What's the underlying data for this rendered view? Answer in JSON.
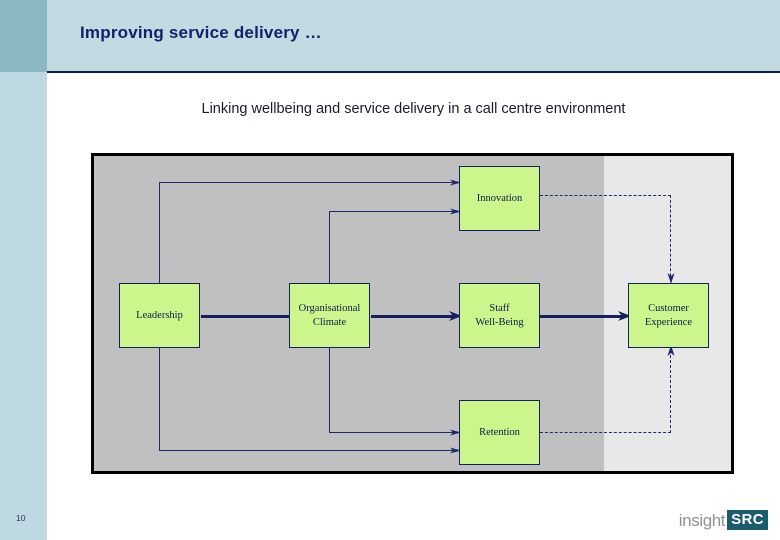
{
  "slide": {
    "title": "Improving service delivery …",
    "subtitle": "Linking wellbeing and service delivery in a call centre environment",
    "number": "10"
  },
  "branding": {
    "logo_word": "insight",
    "logo_mark": "SRC"
  },
  "colors": {
    "header_band": "#c4dae2",
    "sidebar_dark": "#8cb8c4",
    "sidebar_light": "#bfd9e2",
    "title_text": "#16216b",
    "rule": "#0d1a4a",
    "node_fill": "#ccf58c",
    "node_border": "#14215c",
    "connector": "#1c2a6e",
    "band_internal": "#c0c0c0",
    "band_external": "#e8e8e8",
    "logo_mark_bg": "#1c5a6e"
  },
  "diagram": {
    "nodes": {
      "leadership": {
        "line1": "Leadership"
      },
      "organisational_climate": {
        "line1": "Organisational",
        "line2": "Climate"
      },
      "innovation": {
        "line1": "Innovation"
      },
      "staff_wellbeing": {
        "line1": "Staff",
        "line2": "Well-Being"
      },
      "retention": {
        "line1": "Retention"
      },
      "customer_experience": {
        "line1": "Customer",
        "line2": "Experience"
      }
    }
  }
}
